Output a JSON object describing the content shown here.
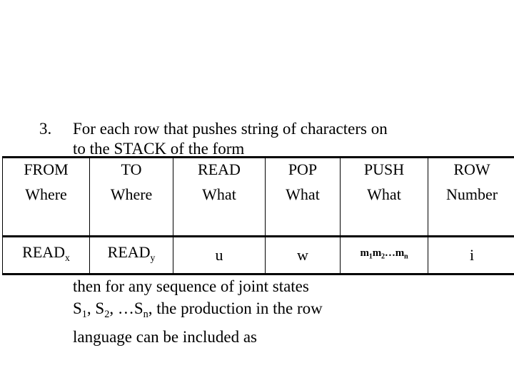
{
  "slide": {
    "background_color": "#ffffff",
    "text_color": "#000000",
    "bullet": {
      "marker": "3.",
      "line1": "For each row that pushes string of characters on",
      "line2": "to the STACK of the form"
    },
    "table": {
      "columns": [
        {
          "header_line1": "FROM",
          "header_line2": "Where"
        },
        {
          "header_line1": "TO",
          "header_line2": "Where"
        },
        {
          "header_line1": "READ",
          "header_line2": "What"
        },
        {
          "header_line1": "POP",
          "header_line2": "What"
        },
        {
          "header_line1": "PUSH",
          "header_line2": "What"
        },
        {
          "header_line1": "ROW",
          "header_line2": "Number"
        }
      ],
      "rows": [
        {
          "from_where_base": "READ",
          "from_where_sub": "x",
          "to_where_base": "READ",
          "to_where_sub": "y",
          "read_what": "u",
          "pop_what": "w",
          "push_what_m1": "m",
          "push_what_s1": "1",
          "push_what_m2": "m",
          "push_what_s2": "2",
          "push_what_ellipsis": "…",
          "push_what_mn": "m",
          "push_what_sn": "n",
          "row_number": "i"
        }
      ]
    },
    "tail": {
      "line1": "then for any sequence of joint states",
      "line2_s1": "S",
      "line2_sub1": "1",
      "line2_sep1": ", ",
      "line2_s2": "S",
      "line2_sub2": "2",
      "line2_sep2": ", …",
      "line2_s3": "S",
      "line2_sub3": "n",
      "line2_rest": ", the production in the row",
      "line3": "language can be included as"
    }
  }
}
